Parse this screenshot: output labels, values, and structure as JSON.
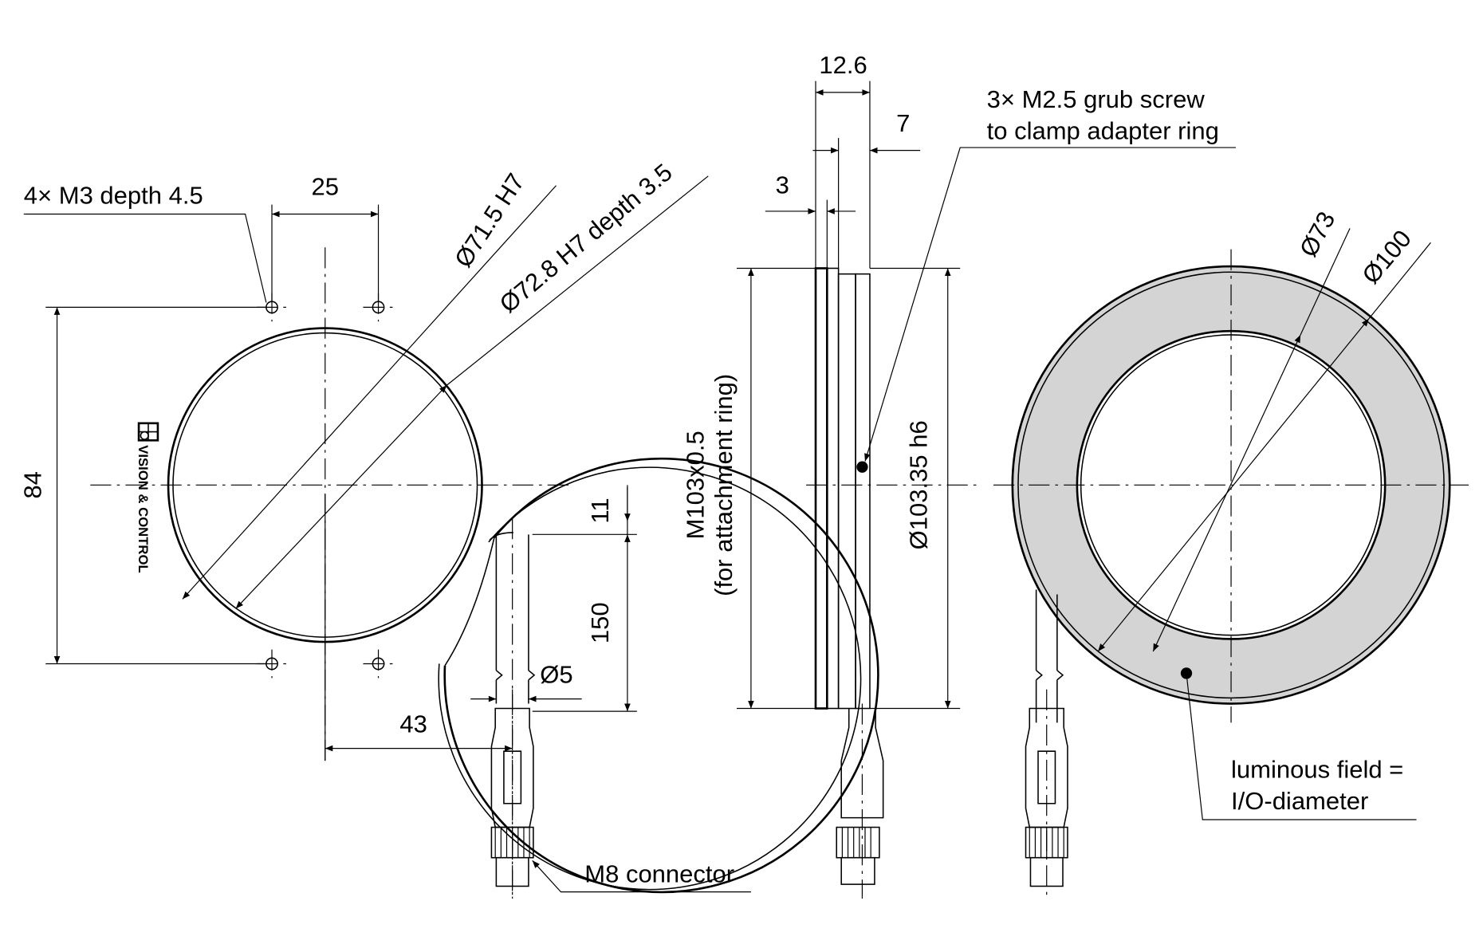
{
  "front_view": {
    "holes_label": "4× M3 depth 4.5",
    "dim_hole_spacing": "25",
    "dim_hole_vertical": "84",
    "dim_bore_1": "Ø71.5 H7",
    "dim_bore_2": "Ø72.8 H7 depth 3.5",
    "dim_cable_offset": "11",
    "dim_cable_length": "150",
    "dim_cable_diameter": "Ø5",
    "dim_cable_horizontal": "43",
    "logo_text": "VISION & CONTROL",
    "connector_label": "M8 connector"
  },
  "side_view": {
    "dim_total_width": "12.6",
    "dim_7": "7",
    "dim_3": "3",
    "dim_thread_line1": "M103x0.5",
    "dim_thread_line2": "(for attachment ring)",
    "dim_diameter": "Ø103.35 h6",
    "grub_screw_line1": "3× M2.5 grub screw",
    "grub_screw_line2": "to clamp adapter ring"
  },
  "rear_view": {
    "dim_inner": "Ø73",
    "dim_outer": "Ø100",
    "field_line1": "luminous field =",
    "field_line2": "I/O-diameter",
    "field_color": "#d4d4d4"
  }
}
